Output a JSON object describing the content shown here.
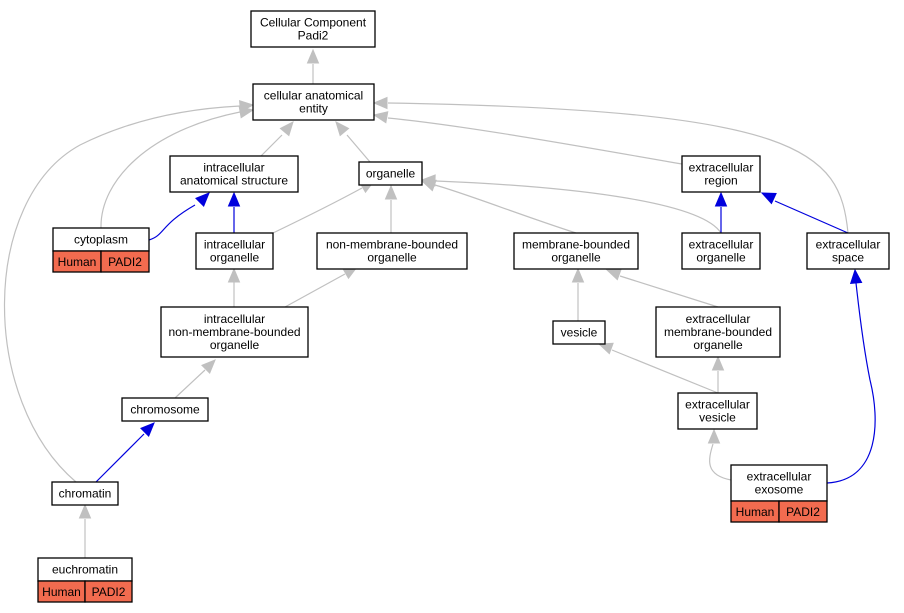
{
  "diagram": {
    "colors": {
      "gray_edge": "#c0c0c0",
      "blue_edge": "#0000dd",
      "tag_fill": "#f26b4f",
      "node_border": "#000000"
    },
    "nodes": [
      {
        "id": "root",
        "lines": [
          "Cellular Component",
          "Padi2"
        ]
      },
      {
        "id": "cae",
        "lines": [
          "cellular anatomical",
          "entity"
        ]
      },
      {
        "id": "ias",
        "lines": [
          "intracellular",
          "anatomical structure"
        ]
      },
      {
        "id": "organelle",
        "lines": [
          "organelle"
        ]
      },
      {
        "id": "ecr",
        "lines": [
          "extracellular",
          "region"
        ]
      },
      {
        "id": "cytoplasm",
        "lines": [
          "cytoplasm"
        ],
        "tags": [
          "Human",
          "PADI2"
        ]
      },
      {
        "id": "io",
        "lines": [
          "intracellular",
          "organelle"
        ]
      },
      {
        "id": "nmbo",
        "lines": [
          "non-membrane-bounded",
          "organelle"
        ]
      },
      {
        "id": "mbo",
        "lines": [
          "membrane-bounded",
          "organelle"
        ]
      },
      {
        "id": "eco",
        "lines": [
          "extracellular",
          "organelle"
        ]
      },
      {
        "id": "ecs",
        "lines": [
          "extracellular",
          "space"
        ]
      },
      {
        "id": "inmbo",
        "lines": [
          "intracellular",
          "non-membrane-bounded",
          "organelle"
        ]
      },
      {
        "id": "vesicle",
        "lines": [
          "vesicle"
        ]
      },
      {
        "id": "ecmbo",
        "lines": [
          "extracellular",
          "membrane-bounded",
          "organelle"
        ]
      },
      {
        "id": "chromosome",
        "lines": [
          "chromosome"
        ]
      },
      {
        "id": "ecv",
        "lines": [
          "extracellular",
          "vesicle"
        ]
      },
      {
        "id": "chromatin",
        "lines": [
          "chromatin"
        ]
      },
      {
        "id": "exosome",
        "lines": [
          "extracellular",
          "exosome"
        ],
        "tags": [
          "Human",
          "PADI2"
        ]
      },
      {
        "id": "euchromatin",
        "lines": [
          "euchromatin"
        ],
        "tags": [
          "Human",
          "PADI2"
        ]
      }
    ],
    "edges": [
      {
        "from": "cae",
        "to": "root",
        "kind": "is_a"
      },
      {
        "from": "ias",
        "to": "cae",
        "kind": "is_a"
      },
      {
        "from": "organelle",
        "to": "cae",
        "kind": "is_a"
      },
      {
        "from": "ecr",
        "to": "cae",
        "kind": "is_a"
      },
      {
        "from": "cytoplasm",
        "to": "cae",
        "kind": "is_a"
      },
      {
        "from": "chromatin",
        "to": "cae",
        "kind": "is_a"
      },
      {
        "from": "ecs",
        "to": "cae",
        "kind": "is_a"
      },
      {
        "from": "cytoplasm",
        "to": "ias",
        "kind": "part_of"
      },
      {
        "from": "io",
        "to": "ias",
        "kind": "part_of"
      },
      {
        "from": "io",
        "to": "organelle",
        "kind": "is_a"
      },
      {
        "from": "nmbo",
        "to": "organelle",
        "kind": "is_a"
      },
      {
        "from": "mbo",
        "to": "organelle",
        "kind": "is_a"
      },
      {
        "from": "eco",
        "to": "organelle",
        "kind": "is_a"
      },
      {
        "from": "eco",
        "to": "ecr",
        "kind": "part_of"
      },
      {
        "from": "ecs",
        "to": "ecr",
        "kind": "part_of"
      },
      {
        "from": "inmbo",
        "to": "io",
        "kind": "is_a"
      },
      {
        "from": "inmbo",
        "to": "nmbo",
        "kind": "is_a"
      },
      {
        "from": "vesicle",
        "to": "mbo",
        "kind": "is_a"
      },
      {
        "from": "ecmbo",
        "to": "mbo",
        "kind": "is_a"
      },
      {
        "from": "ecmbo",
        "to": "eco",
        "kind": "is_a"
      },
      {
        "from": "chromosome",
        "to": "inmbo",
        "kind": "is_a"
      },
      {
        "from": "ecv",
        "to": "vesicle",
        "kind": "is_a"
      },
      {
        "from": "ecv",
        "to": "ecmbo",
        "kind": "is_a"
      },
      {
        "from": "chromatin",
        "to": "chromosome",
        "kind": "part_of"
      },
      {
        "from": "exosome",
        "to": "ecv",
        "kind": "is_a"
      },
      {
        "from": "exosome",
        "to": "ecs",
        "kind": "part_of"
      },
      {
        "from": "euchromatin",
        "to": "chromatin",
        "kind": "is_a"
      }
    ]
  }
}
